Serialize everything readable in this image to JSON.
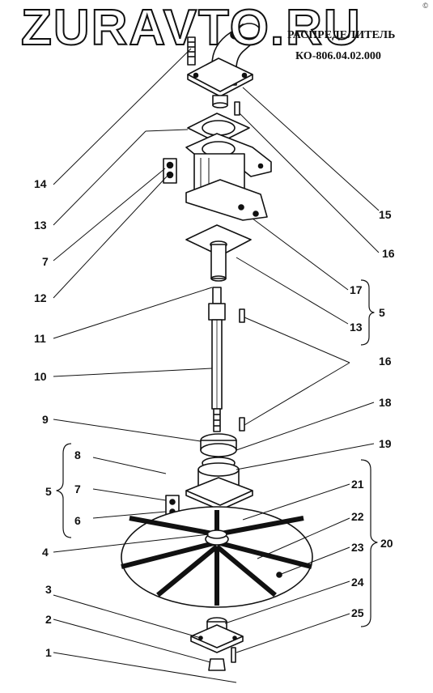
{
  "watermark": "ZURAVTO.RU",
  "title_line1": "РАСПРЕДЕЛИТЕЛЬ",
  "title_line2": "КО-806.04.02.000",
  "corner_mark": "©",
  "callouts": [
    {
      "id": "c14",
      "text": "14"
    },
    {
      "id": "c13a",
      "text": "13"
    },
    {
      "id": "c7a",
      "text": "7"
    },
    {
      "id": "c12",
      "text": "12"
    },
    {
      "id": "c11",
      "text": "11"
    },
    {
      "id": "c10",
      "text": "10"
    },
    {
      "id": "c9",
      "text": "9"
    },
    {
      "id": "c8",
      "text": "8"
    },
    {
      "id": "c5a",
      "text": "5"
    },
    {
      "id": "c7b",
      "text": "7"
    },
    {
      "id": "c6",
      "text": "6"
    },
    {
      "id": "c4",
      "text": "4"
    },
    {
      "id": "c3",
      "text": "3"
    },
    {
      "id": "c2",
      "text": "2"
    },
    {
      "id": "c1",
      "text": "1"
    },
    {
      "id": "c15",
      "text": "15"
    },
    {
      "id": "c16a",
      "text": "16"
    },
    {
      "id": "c17",
      "text": "17"
    },
    {
      "id": "c5b",
      "text": "5"
    },
    {
      "id": "c13b",
      "text": "13"
    },
    {
      "id": "c16b",
      "text": "16"
    },
    {
      "id": "c18",
      "text": "18"
    },
    {
      "id": "c19",
      "text": "19"
    },
    {
      "id": "c21",
      "text": "21"
    },
    {
      "id": "c22",
      "text": "22"
    },
    {
      "id": "c20",
      "text": "20"
    },
    {
      "id": "c23",
      "text": "23"
    },
    {
      "id": "c24",
      "text": "24"
    },
    {
      "id": "c25",
      "text": "25"
    }
  ]
}
